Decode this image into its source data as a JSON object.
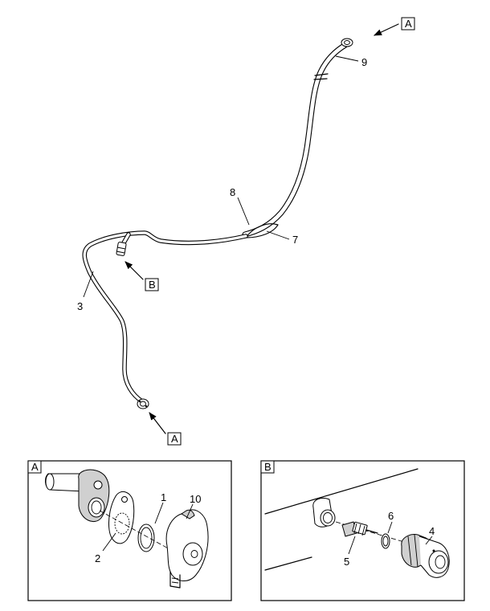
{
  "callouts": {
    "c1": "1",
    "c2": "2",
    "c3": "3",
    "c4": "4",
    "c5": "5",
    "c6": "6",
    "c7": "7",
    "c8": "8",
    "c9": "9",
    "c10": "10"
  },
  "view_refs": {
    "top_right": "A",
    "mid_left": "B",
    "bottom": "A"
  },
  "detail_panels": {
    "left_title": "A",
    "right_title": "B"
  }
}
